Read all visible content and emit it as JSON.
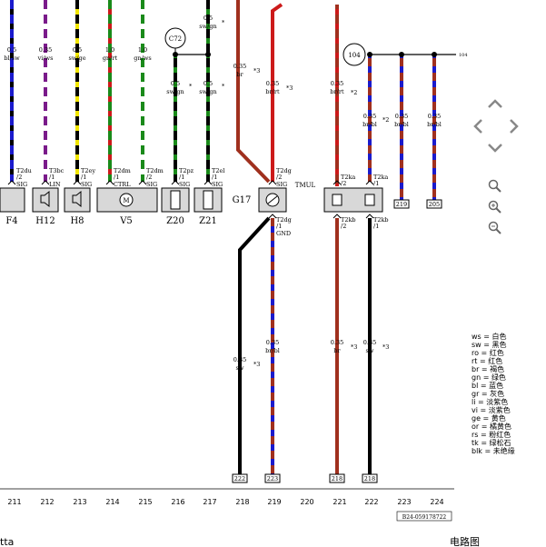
{
  "nodes": {
    "c72": "C72",
    "n104": "104",
    "n104_label": "104"
  },
  "top_wires": [
    {
      "id": "w211",
      "size": "0.5",
      "color": "bl/sw"
    },
    {
      "id": "w212",
      "size": "0.35",
      "color": "vi/ws"
    },
    {
      "id": "w213",
      "size": "0.5",
      "color": "sw/ge"
    },
    {
      "id": "w214",
      "size": "1.0",
      "color": "gn/rt"
    },
    {
      "id": "w215",
      "size": "1.0",
      "color": "gn/ws"
    },
    {
      "id": "w216",
      "size": "0.5",
      "color": "sw/gn"
    },
    {
      "id": "w217",
      "size": "0.5",
      "color": "sw/gn"
    },
    {
      "id": "w217top",
      "size": "0.5",
      "color": "sw/gn"
    },
    {
      "id": "w218",
      "size": "0.35",
      "color": "br"
    },
    {
      "id": "w219",
      "size": "0.35",
      "color": "br/rt"
    },
    {
      "id": "w221",
      "size": "0.35",
      "color": "br/rt"
    },
    {
      "id": "w222",
      "size": "0.35",
      "color": "br/bl"
    },
    {
      "id": "w223",
      "size": "0.35",
      "color": "br/bl"
    },
    {
      "id": "w224",
      "size": "0.35",
      "color": "br/bl"
    }
  ],
  "bottom_wires": [
    {
      "id": "b218",
      "size": "0.35",
      "color": "sw"
    },
    {
      "id": "b219",
      "size": "0.35",
      "color": "br/bl"
    },
    {
      "id": "b221",
      "size": "0.35",
      "color": "br"
    },
    {
      "id": "b222",
      "size": "0.35",
      "color": "sw"
    }
  ],
  "notes": {
    "n3": "*3",
    "n2": "*2",
    "star": "*"
  },
  "pins": {
    "f4": [
      "T2du",
      "/2",
      "SIG"
    ],
    "h12": [
      "T3bc",
      "/1",
      "LIN"
    ],
    "h8": [
      "T2ey",
      "/1",
      "SIG"
    ],
    "v5a": [
      "T2dm",
      "/1",
      "CTRL"
    ],
    "v5b": [
      "T2dm",
      "/2",
      "SIG"
    ],
    "z20": [
      "T2pz",
      "/1",
      "SIG"
    ],
    "z21": [
      "T2el",
      "/1",
      "SIG"
    ],
    "g17top": [
      "T2dg",
      "/2",
      "SIG"
    ],
    "g17bot": [
      "T2dg",
      "/1",
      "GND"
    ],
    "tmul_a": [
      "T2ka",
      "/2"
    ],
    "tmul_b": [
      "T2ka",
      "/1"
    ],
    "tmul_c": [
      "T2kb",
      "/2"
    ],
    "tmul_d": [
      "T2kb",
      "/1"
    ]
  },
  "components": {
    "f4": "F4",
    "h12": "H12",
    "h8": "H8",
    "v5": "V5",
    "z20": "Z20",
    "z21": "Z21",
    "g17": "G17",
    "tmul": "TMUL"
  },
  "refs": {
    "r219": "219",
    "r205": "205",
    "r222": "222",
    "r223": "223",
    "r218": "218",
    "r218b": "218"
  },
  "columns": [
    "211",
    "212",
    "213",
    "214",
    "215",
    "216",
    "217",
    "218",
    "219",
    "220",
    "221",
    "222",
    "223",
    "224"
  ],
  "legend": [
    "ws = 白色",
    "sw = 黑色",
    "ro = 红色",
    "rt = 红色",
    "br = 褐色",
    "gn = 绿色",
    "bl = 蓝色",
    "gr = 灰色",
    "li = 淡紫色",
    "vi = 淡紫色",
    "ge = 黄色",
    "or = 橘黄色",
    "rs = 粉红色",
    "tk = 绿松石",
    "blk = 未绝缘"
  ],
  "code": "B24-059178722",
  "footer": {
    "left": "tta",
    "right": "电路图"
  },
  "colors": {
    "bl": "#1a1acc",
    "sw": "#000000",
    "vi": "#7a1a8a",
    "ge": "#f2e600",
    "gn": "#1a8a1a",
    "rt": "#cc1a1a",
    "br": "#a0301e",
    "ws": "#ffffff"
  }
}
